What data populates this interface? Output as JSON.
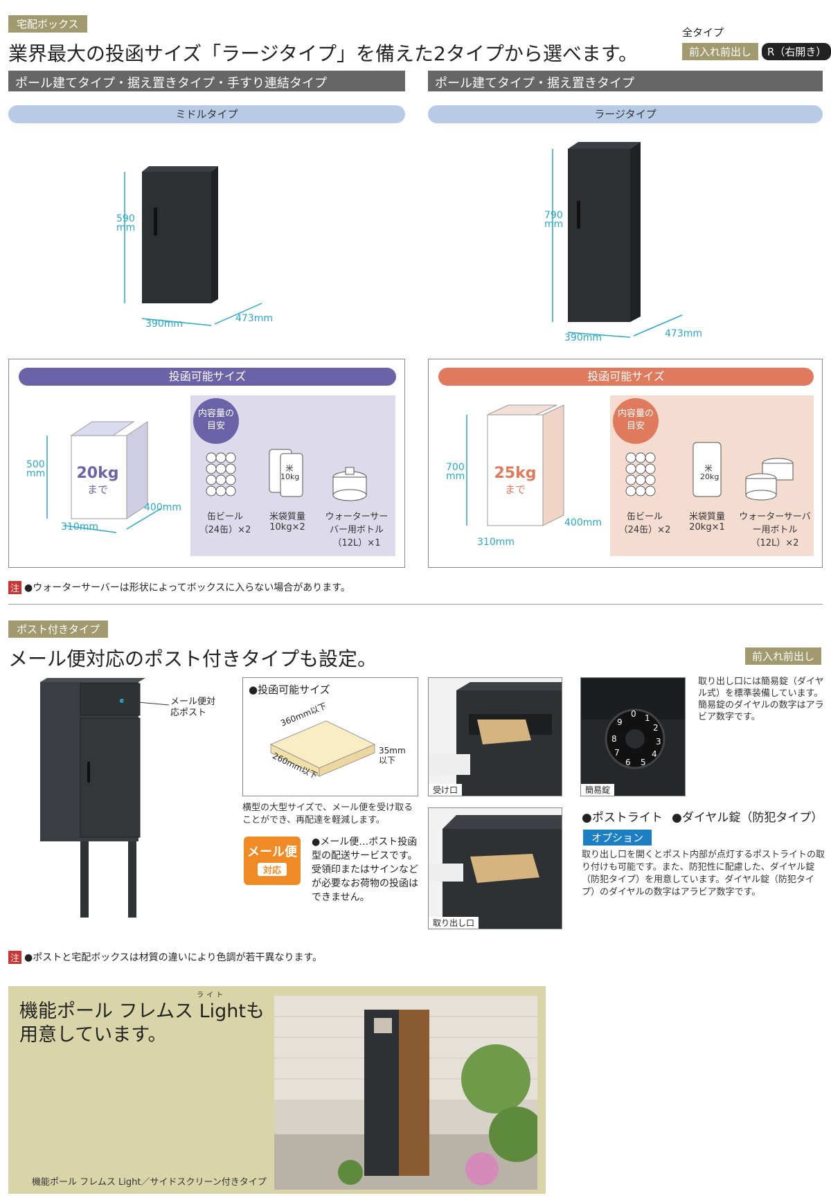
{
  "top": {
    "tag": "宅配ボックス",
    "headline": "業界最大の投函サイズ「ラージタイプ」を備えた2タイプから選べます。",
    "all_type_label": "全タイプ",
    "badge_front": "前入れ前出し",
    "badge_r": "R（右開き）"
  },
  "left": {
    "bar": "ポール建てタイプ・据え置きタイプ・手すり連結タイプ",
    "pill": "ミドルタイプ",
    "height": "590",
    "height_unit": "mm",
    "width": "390mm",
    "depth": "473mm",
    "panel_title": "投函可能サイズ",
    "box_h": "500",
    "box_h_unit": "mm",
    "box_w": "310mm",
    "box_d": "400mm",
    "weight": "20kg",
    "weight_sub": "まで",
    "capacity_label": "内容量の目安",
    "item1": "缶ビール（24缶）×2",
    "item2": "米袋質量10kg×2",
    "item3": "ウォーターサーバー用ボトル（12L）×1",
    "rice_label": "米 10kg"
  },
  "right": {
    "bar": "ポール建てタイプ・据え置きタイプ",
    "pill": "ラージタイプ",
    "height": "790",
    "height_unit": "mm",
    "width": "390mm",
    "depth": "473mm",
    "panel_title": "投函可能サイズ",
    "box_h": "700",
    "box_h_unit": "mm",
    "box_w": "310mm",
    "box_d": "400mm",
    "weight": "25kg",
    "weight_sub": "まで",
    "capacity_label": "内容量の目安",
    "item1": "缶ビール（24缶）×2",
    "item2": "米袋質量20kg×1",
    "item3": "ウォーターサーバー用ボトル（12L）×2",
    "rice_label": "米 20kg"
  },
  "note1": {
    "mark": "注",
    "text": "●ウォーターサーバーは形状によってボックスに入らない場合があります。"
  },
  "post": {
    "tag": "ポスト付きタイプ",
    "headline": "メール便対応のポスト付きタイプも設定。",
    "badge": "前入れ前出し",
    "callout": "メール便対応ポスト",
    "size_title": "●投函可能サイズ",
    "size_l": "360mm以下",
    "size_w": "260mm以下",
    "size_h": "35mm以下",
    "desc": "横型の大型サイズで、メール便を受け取ることができ、再配達を軽減します。",
    "mail_badge": "メール便",
    "mail_badge_sub": "対応",
    "mail_note": "●メール便…ポスト投函型の配送サービスです。受領印またはサインなどが必要なお荷物の投函はできません。",
    "photo1_caption": "受け口",
    "photo2_caption": "取り出し口",
    "photo3_caption": "簡易錠",
    "lock_text": "取り出し口には簡易錠（ダイヤル式）を標準装備しています。簡易錠のダイヤルの数字はアラビア数字です。",
    "feature1": "●ポストライト",
    "feature2": "●ダイヤル錠（防犯タイプ）",
    "option": "オプション",
    "option_text": "取り出し口を開くとポスト内部が点灯するポストライトの取り付けも可能です。また、防犯性に配慮した、ダイヤル錠（防犯タイプ）を用意しています。ダイヤル錠（防犯タイプ）のダイヤルの数字はアラビア数字です。"
  },
  "note2": {
    "mark": "注",
    "text": "●ポストと宅配ボックスは材質の違いにより色調が若干異なります。"
  },
  "banner": {
    "ruby": "ライト",
    "line1": "機能ポール フレムス Lightも",
    "line2": "用意しています。",
    "caption": "機能ポール フレムス Light／サイドスクリーン付きタイプ"
  },
  "colors": {
    "left_panel": "#6a63a8",
    "right_panel": "#e07a5c",
    "tag": "#a09a6e",
    "dim": "#27a9c9",
    "option": "#1c7fc4",
    "banner_bg": "#d9d5a8"
  }
}
